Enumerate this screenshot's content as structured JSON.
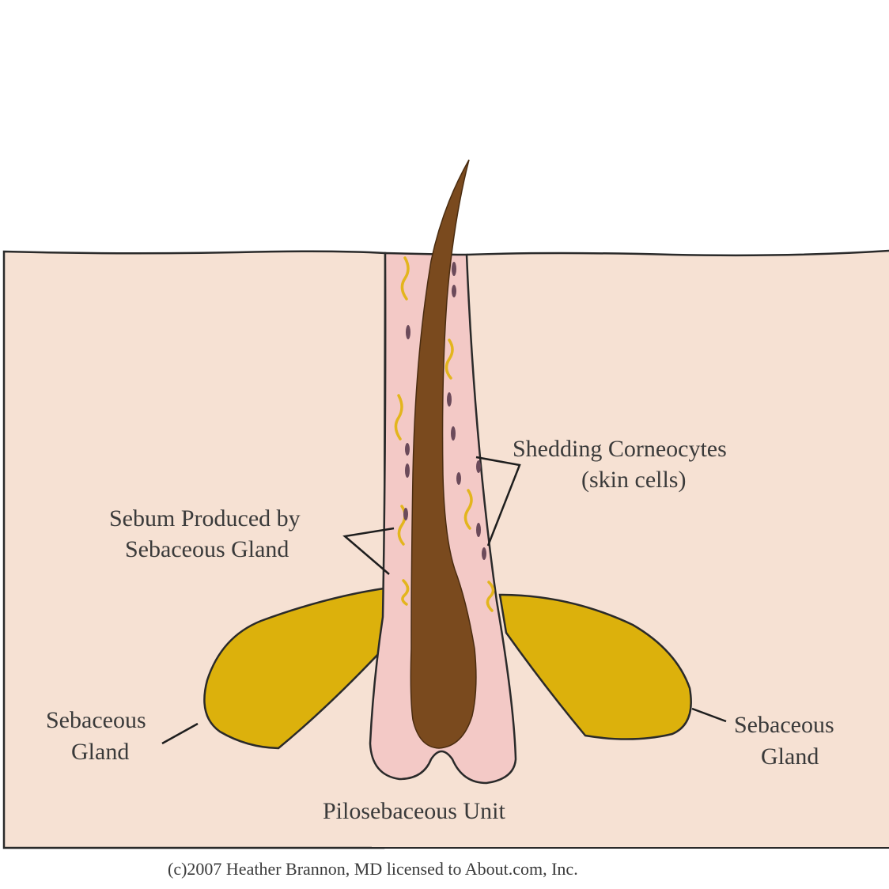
{
  "labels": {
    "shedding_line1": "Shedding Corneocytes",
    "shedding_line2": "(skin cells)",
    "sebum_line1": "Sebum Produced by",
    "sebum_line2": "Sebaceous Gland",
    "gland_left_line1": "Sebaceous",
    "gland_left_line2": "Gland",
    "gland_right_line1": "Sebaceous",
    "gland_right_line2": "Gland",
    "unit": "Pilosebaceous Unit"
  },
  "credit": "(c)2007 Heather Brannon, MD licensed to About.com, Inc.",
  "colors": {
    "skin": "#f6e1d3",
    "follicle": "#f3c9c6",
    "gland": "#dcb10c",
    "hair": "#7a4a1e",
    "sebum_squiggle": "#e3b51d",
    "skin_cell": "#6b4a5a",
    "outline": "#2a2a2a"
  },
  "icons": [
    "hair-shaft",
    "sebaceous-gland",
    "hair-follicle",
    "skin-cell",
    "sebum-droplet"
  ]
}
